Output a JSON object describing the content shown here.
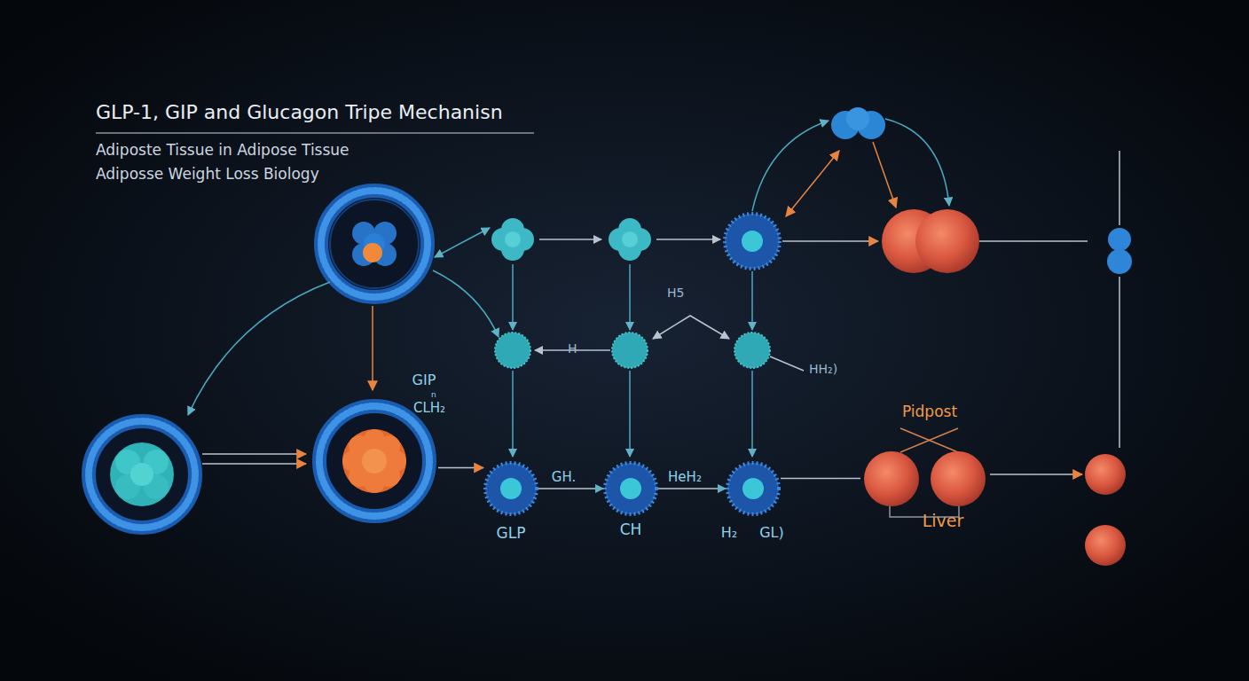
{
  "diagram": {
    "title": "GLP-1, GIP and Glucagon Tripe Mechanisn",
    "nodes": [
      {
        "text": [
          "GIP",
          "CLH₂"
        ]
      },
      {
        "text": [
          "GLP"
        ]
      },
      {
        "text": [
          "CH"
        ]
      },
      {
        "text": [
          "H₂",
          "GL)"
        ]
      },
      {
        "text": [
          "Pidpost",
          "Liver"
        ]
      }
    ],
    "edges": [
      {
        "from": 0,
        "to": 1,
        "arrow": "to"
      },
      {
        "from": 1,
        "to": 2,
        "label": "GH.",
        "arrow": "to"
      },
      {
        "from": 2,
        "to": 3,
        "label": "HeH₂",
        "arrow": "to"
      },
      {
        "from": 3,
        "to": 4,
        "arrow": "none"
      }
    ],
    "labels": [
      "Adiposte Tissue in Adipose Tissue",
      "Adiposse Weight Loss Biology",
      "n",
      "H5",
      "H",
      "HH₂)"
    ]
  }
}
